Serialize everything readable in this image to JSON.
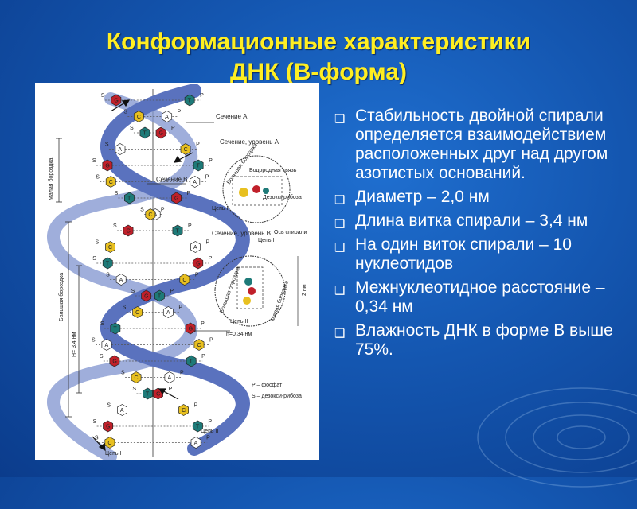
{
  "title": {
    "line1": "Конформационные характеристики",
    "line2": "ДНК (В-форма)"
  },
  "bullets": [
    "Стабильность двойной спирали определяется взаимодействием расположенных друг над другом азотистых оснований.",
    "Диаметр – 2,0 нм",
    "Длина витка спирали – 3,4 нм",
    "На один виток спирали – 10 нуклеотидов",
    "Межнуклеотидное расстояние – 0,34 нм",
    "Влажность ДНК в форме В выше 75%."
  ],
  "bullet_icon": "check-box-icon",
  "figure": {
    "labels": {
      "section_a": "Сечение А",
      "section_level_a": "Сечение, уровень А",
      "section_b": "Сечение В",
      "section_level_b": "Сечение, уровень В",
      "minor_groove": "Малая бороздка",
      "major_groove": "Большая бороздка",
      "major_groove_small": "Большая бороздка",
      "minor_groove_small": "Малая бороздка",
      "hydrogen_bond": "Водородная связь",
      "deoxyribose": "Дезоксирибоза",
      "strand_1": "Цепь I",
      "strand_2": "Цепь II",
      "axis": "Ось спирали",
      "h_height": "H= 3,4 нм",
      "h_step": "h=0,34 нм",
      "two_nm": "2 нм",
      "p_phosphate": "P – фосфат",
      "s_deoxyribose": "S – дезокси-рибоза",
      "letter_p": "P",
      "letter_s": "S",
      "base_a": "A",
      "base_t": "T",
      "base_g": "G",
      "base_c": "C"
    },
    "colors": {
      "backbone_blue": "#6f86c8",
      "base_red": "#c0202a",
      "base_yellow": "#e8c020",
      "base_teal": "#1e7a78",
      "base_white": "#ffffff"
    }
  }
}
